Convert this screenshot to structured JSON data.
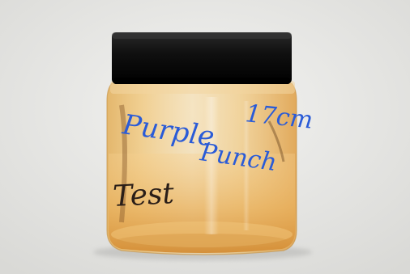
{
  "photo": {
    "background_color": "#e9e9e7",
    "lid_color": "#111111",
    "liquid_color": "#e1a24b",
    "ink_blue": "#2a5bd7",
    "ink_dark": "#2a1e18"
  },
  "jar_label": {
    "line1": "Purple",
    "line2": "Punch",
    "line3": "Test",
    "corner": "17cm"
  }
}
